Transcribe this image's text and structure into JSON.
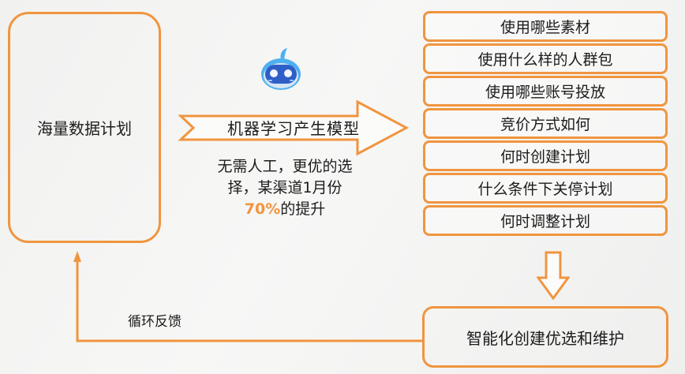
{
  "left_box": {
    "label": "海量数据计划"
  },
  "arrow": {
    "label": "机器学习产生模型"
  },
  "description": {
    "line1": "无需人工，更优的选",
    "line2": "择，某渠道1月份",
    "highlight": "70%",
    "line3_rest": "的提升"
  },
  "factors": [
    {
      "label": "使用哪些素材"
    },
    {
      "label": "使用什么样的人群包"
    },
    {
      "label": "使用哪些账号投放"
    },
    {
      "label": "竞价方式如何"
    },
    {
      "label": "何时创建计划"
    },
    {
      "label": "什么条件下关停计划"
    },
    {
      "label": "何时调整计划"
    }
  ],
  "result_box": {
    "label": "智能化创建优选和维护"
  },
  "feedback": {
    "label": "循环反馈"
  },
  "icons": {
    "robot": "robot-icon",
    "arrow_right": "arrow-right-icon",
    "arrow_down": "arrow-down-icon"
  },
  "colors": {
    "accent": "#f0953f",
    "robot_blue": "#2f6fd6",
    "robot_light": "#4fb0f0"
  }
}
